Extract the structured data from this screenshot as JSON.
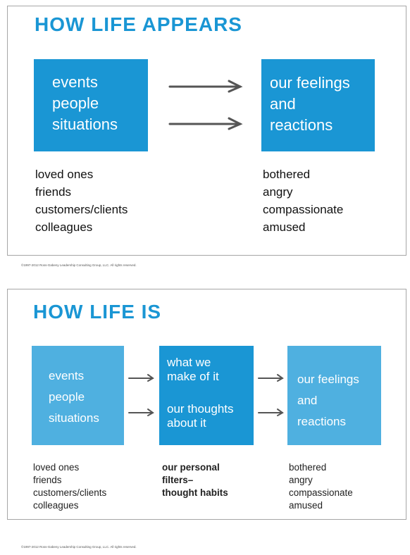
{
  "panel1": {
    "title": "HOW LIFE APPEARS",
    "left_box": [
      "events",
      "people",
      "situations"
    ],
    "right_box": [
      "our feelings",
      "and",
      "reactions"
    ],
    "left_list": [
      "loved ones",
      "friends",
      "customers/clients",
      "colleagues"
    ],
    "right_list": [
      "bothered",
      "angry",
      "compassionate",
      "amused"
    ]
  },
  "panel2": {
    "title": "HOW LIFE IS",
    "left_box": [
      "events",
      "people",
      "situations"
    ],
    "middle_box_top": [
      "what we",
      "make of it"
    ],
    "middle_box_bottom": [
      "our thoughts",
      "about it"
    ],
    "right_box": [
      "our feelings",
      "and",
      "reactions"
    ],
    "left_list": [
      "loved ones",
      "friends",
      "customers/clients",
      "colleagues"
    ],
    "middle_list": [
      "our personal",
      "filters–",
      "thought habits"
    ],
    "right_list": [
      "bothered",
      "angry",
      "compassionate",
      "amused"
    ]
  },
  "copyright_1": "©1997-2012 Ross-Gabeny Leadership Consulting Group, LLC. All rights reserved.",
  "copyright_2": "©1997-2012 Ross-Gabeny Leadership Consulting Group, LLC. All rights reserved.",
  "colors": {
    "primary_blue": "#1a96d4",
    "light_blue": "#4fb0e0",
    "arrow": "#555555"
  }
}
